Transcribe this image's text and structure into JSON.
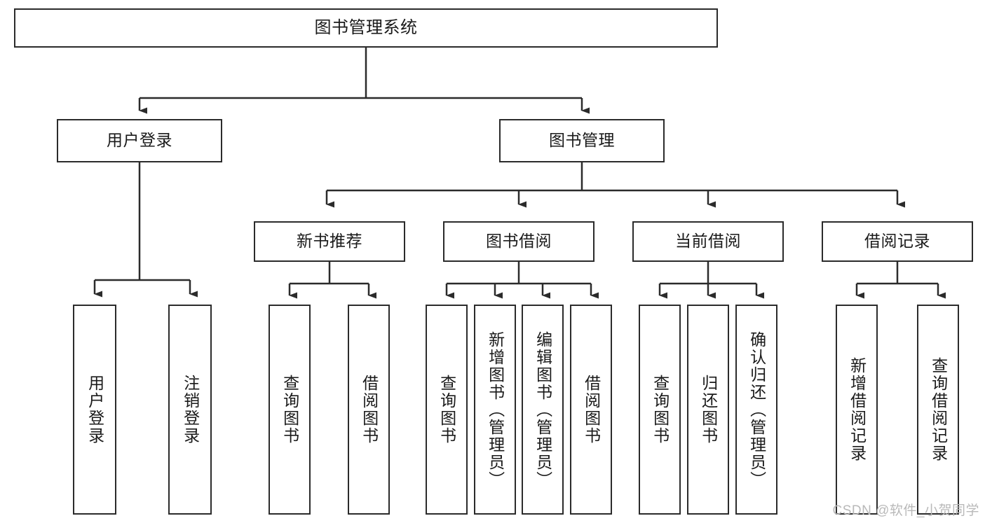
{
  "diagram": {
    "title": "图书管理系统",
    "type": "tree-hierarchy",
    "watermark": "CSDN @软件_小贺同学",
    "colors": {
      "stroke": "#2b2b2b",
      "fill": "#ffffff",
      "text": "#1a1a1a",
      "watermark": "#b9b9b9"
    },
    "root": {
      "label": "图书管理系统"
    },
    "level2": [
      {
        "id": "user-login",
        "label": "用户登录"
      },
      {
        "id": "book-manage",
        "label": "图书管理"
      }
    ],
    "level3": [
      {
        "id": "new-book-recommend",
        "label": "新书推荐"
      },
      {
        "id": "book-borrow",
        "label": "图书借阅"
      },
      {
        "id": "current-borrow",
        "label": "当前借阅"
      },
      {
        "id": "borrow-record",
        "label": "借阅记录"
      }
    ],
    "leaves": {
      "user_login": [
        {
          "id": "leaf-user-login",
          "label": "用户登录"
        },
        {
          "id": "leaf-user-logout",
          "label": "注销登录"
        }
      ],
      "new_book_recommend": [
        {
          "id": "leaf-query-book-1",
          "label": "查询图书"
        },
        {
          "id": "leaf-borrow-book-1",
          "label": "借阅图书"
        }
      ],
      "book_borrow": [
        {
          "id": "leaf-query-book-2",
          "label": "查询图书"
        },
        {
          "id": "leaf-add-book",
          "label": "新增图书（管理员）"
        },
        {
          "id": "leaf-edit-book",
          "label": "编辑图书（管理员）"
        },
        {
          "id": "leaf-borrow-book-2",
          "label": "借阅图书"
        }
      ],
      "current_borrow": [
        {
          "id": "leaf-query-book-3",
          "label": "查询图书"
        },
        {
          "id": "leaf-return-book",
          "label": "归还图书"
        },
        {
          "id": "leaf-confirm-return",
          "label": "确认归还（管理员）"
        }
      ],
      "borrow_record": [
        {
          "id": "leaf-add-record",
          "label": "新增借阅记录"
        },
        {
          "id": "leaf-query-record",
          "label": "查询借阅记录"
        }
      ]
    }
  }
}
